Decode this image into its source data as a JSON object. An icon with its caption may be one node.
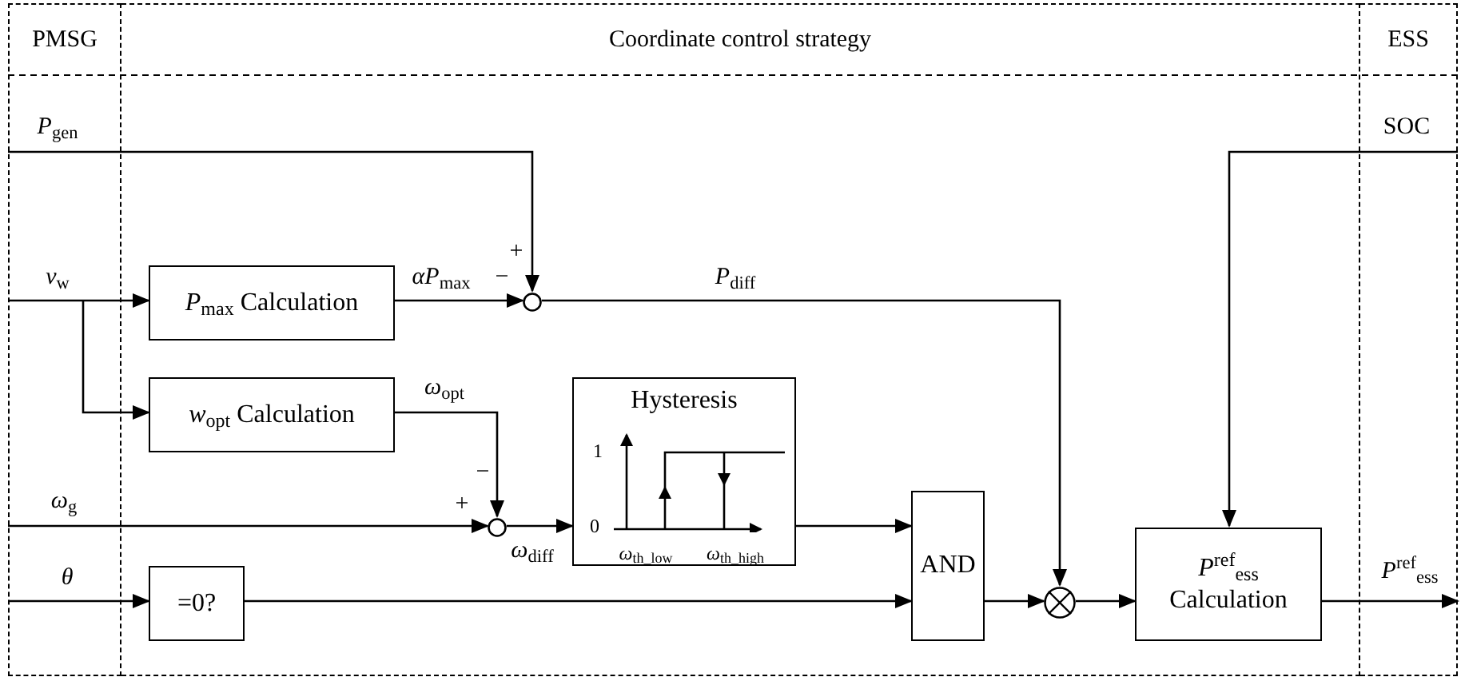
{
  "diagram": {
    "nodes": [
      {
        "text": [
          "PMSG"
        ]
      },
      {
        "text": [
          "Coordinate control strategy"
        ]
      },
      {
        "text": [
          "ESS"
        ]
      },
      {
        "text": [
          "*P*$_{max}$ Calculation"
        ],
        "in": 1
      },
      {
        "text": [],
        "shape": "circle",
        "in": 1
      },
      {
        "text": [
          "*w*$_{opt}$ Calculation"
        ],
        "in": 1
      },
      {
        "text": [],
        "shape": "circle",
        "in": 1
      },
      {
        "text": [
          "Hysteresis"
        ],
        "in": 1
      },
      {
        "text": [
          "AND"
        ],
        "in": 1
      },
      {
        "text": [],
        "shape": "circle",
        "in": 1
      },
      {
        "text": [
          "=0?"
        ],
        "in": 1
      },
      {
        "text": [
          "*P*$^{ref}$$_{ess}$",
          "Calculation"
        ],
        "in": 1
      }
    ],
    "edges": [
      {
        "from": 0,
        "to": 4,
        "arrow": "to",
        "label": "*P*$_{gen}$"
      },
      {
        "from": 0,
        "to": 3,
        "arrow": "to",
        "label": "*v*$_{w}$"
      },
      {
        "from": 0,
        "to": 5,
        "arrow": "to"
      },
      {
        "from": 3,
        "to": 4,
        "arrow": "to",
        "label": "*αP*$_{max}$"
      },
      {
        "from": 4,
        "to": 9,
        "arrow": "to",
        "label": "*P*$_{diff}$"
      },
      {
        "from": 5,
        "to": 6,
        "arrow": "to",
        "label": "*ω*$_{opt}$"
      },
      {
        "from": 0,
        "to": 6,
        "arrow": "to",
        "label": "*ω*$_{g}$"
      },
      {
        "from": 6,
        "to": 7,
        "arrow": "to",
        "label": "*ω*$_{diff}$"
      },
      {
        "from": 7,
        "to": 8,
        "arrow": "to"
      },
      {
        "from": 0,
        "to": 10,
        "arrow": "to",
        "label": "*θ*"
      },
      {
        "from": 10,
        "to": 8,
        "arrow": "to"
      },
      {
        "from": 8,
        "to": 9,
        "arrow": "to"
      },
      {
        "from": 9,
        "to": 11,
        "arrow": "to"
      },
      {
        "from": 2,
        "to": 11,
        "arrow": "to",
        "label": "SOC"
      },
      {
        "from": 11,
        "to": 2,
        "arrow": "to",
        "label": "*P*$^{ref}$$_{ess}$"
      }
    ],
    "labels": [
      "+",
      "−",
      "−",
      "+",
      "1",
      "0",
      "*ω*$_{th_low}$",
      "*ω*$_{th_high}$"
    ]
  }
}
